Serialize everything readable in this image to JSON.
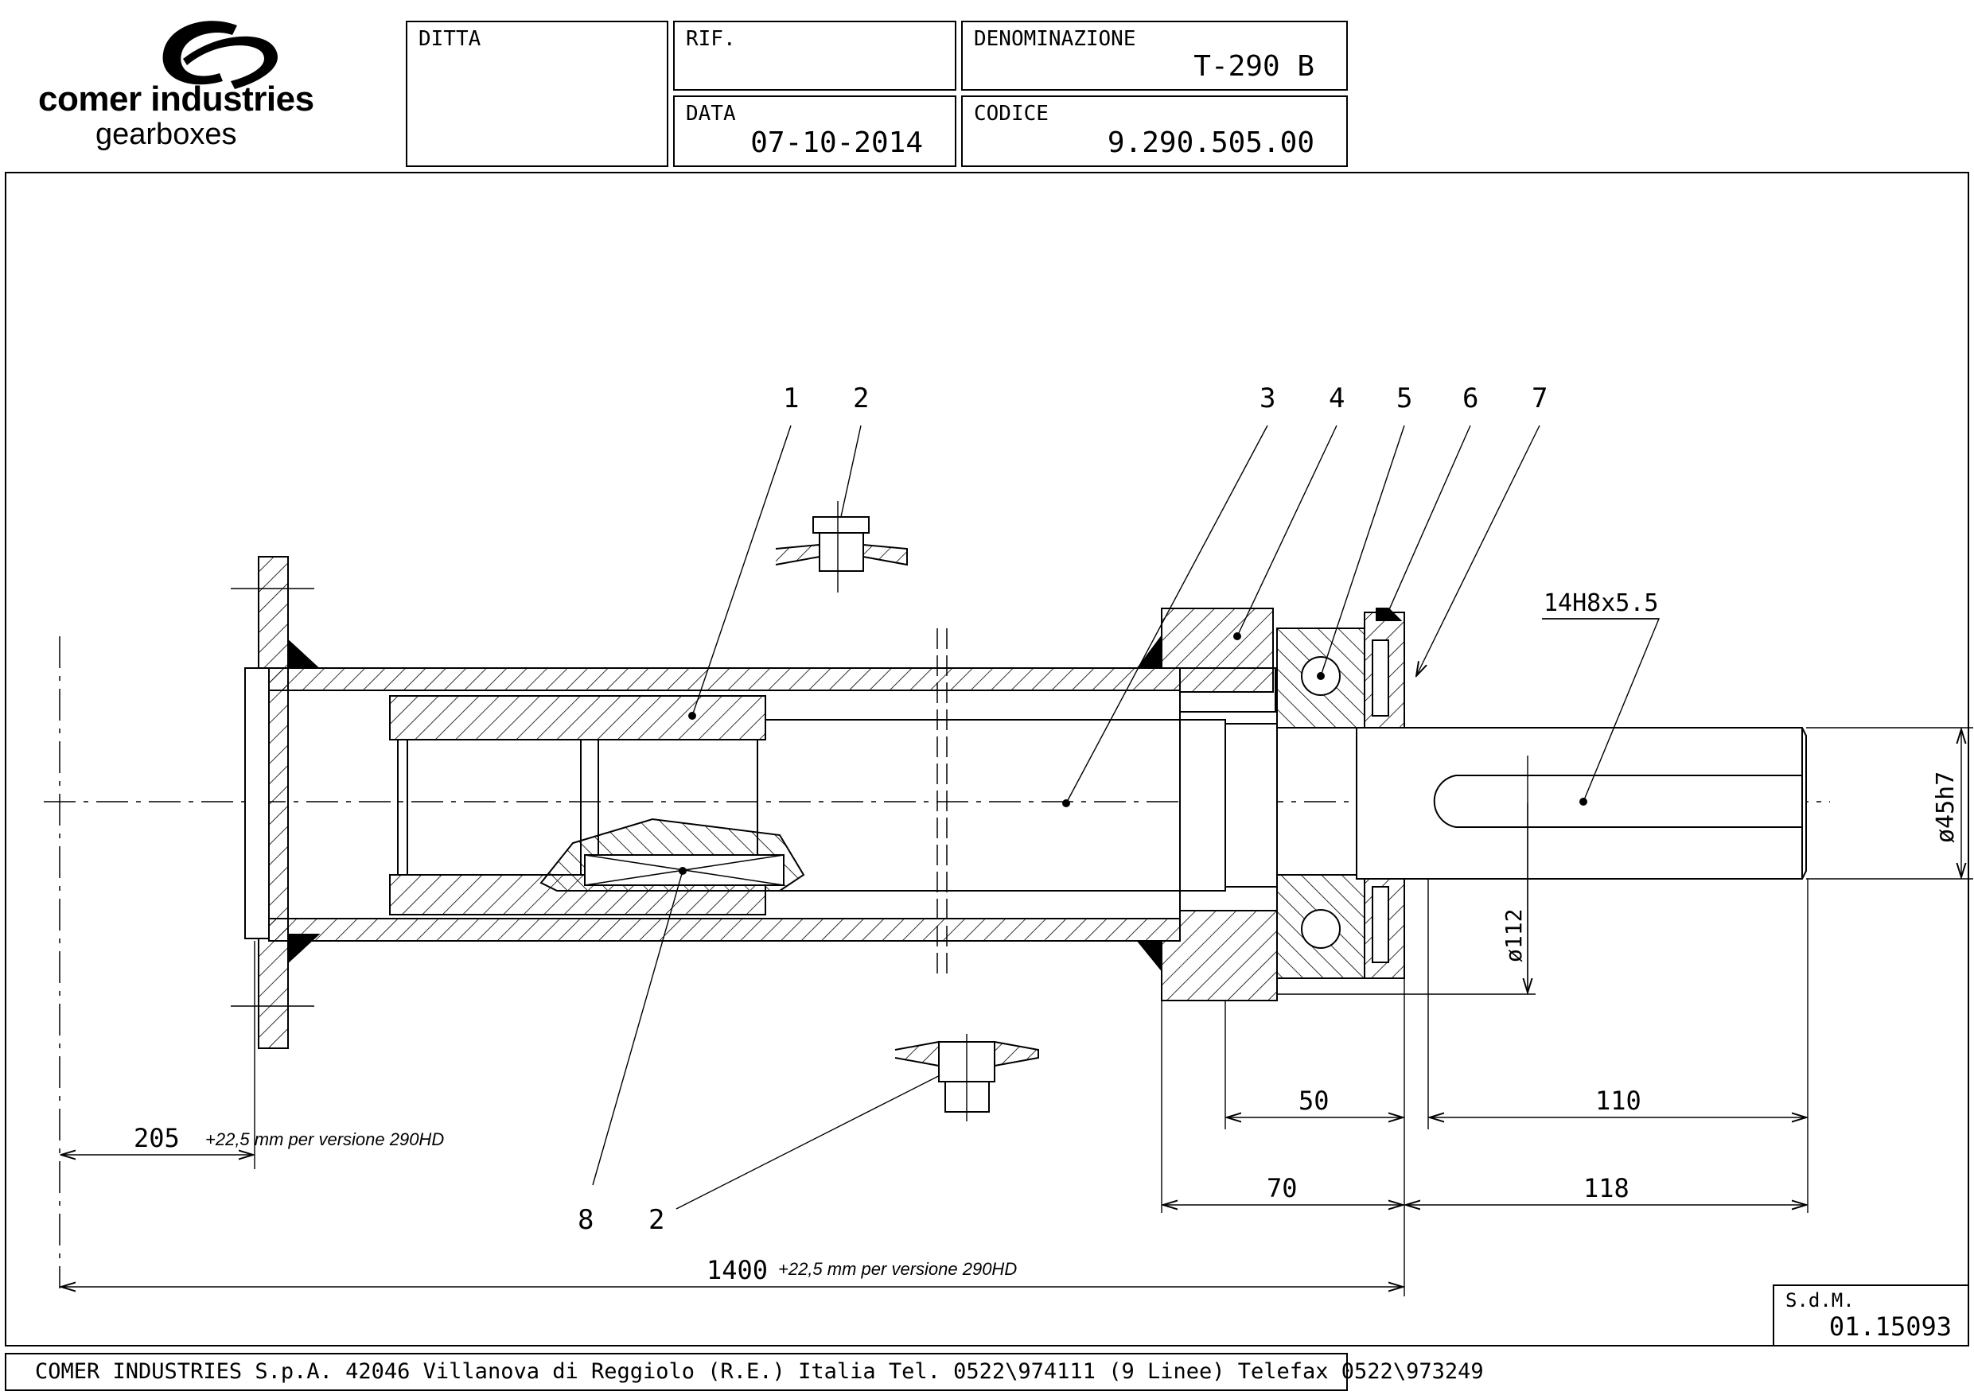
{
  "logo": {
    "company": "comer industries",
    "tagline": "gearboxes"
  },
  "title_block": {
    "ditta": {
      "label": "DITTA",
      "value": ""
    },
    "rif": {
      "label": "RIF.",
      "value": ""
    },
    "denominazione": {
      "label": "DENOMINAZIONE",
      "value": "T-290 B"
    },
    "data": {
      "label": "DATA",
      "value": "07-10-2014"
    },
    "codice": {
      "label": "CODICE",
      "value": "9.290.505.00"
    }
  },
  "balloons": [
    "1",
    "2",
    "3",
    "4",
    "5",
    "6",
    "7",
    "8",
    "2"
  ],
  "callout_keyway": "14H8x5.5",
  "dimensions": {
    "d_shaft": "ø45h7",
    "d_flange": "ø112",
    "len_50": "50",
    "len_110": "110",
    "len_70": "70",
    "len_118": "118",
    "len_205": "205",
    "len_1400": "1400"
  },
  "notes": {
    "note_205": "+22,5 mm per versione 290HD",
    "note_1400": "+22,5 mm per versione 290HD"
  },
  "sdm": {
    "label": "S.d.M.",
    "value": "01.15093"
  },
  "footer": "COMER INDUSTRIES S.p.A. 42046 Villanova di Reggiolo (R.E.) Italia Tel. 0522\\974111 (9 Linee) Telefax 0522\\973249"
}
